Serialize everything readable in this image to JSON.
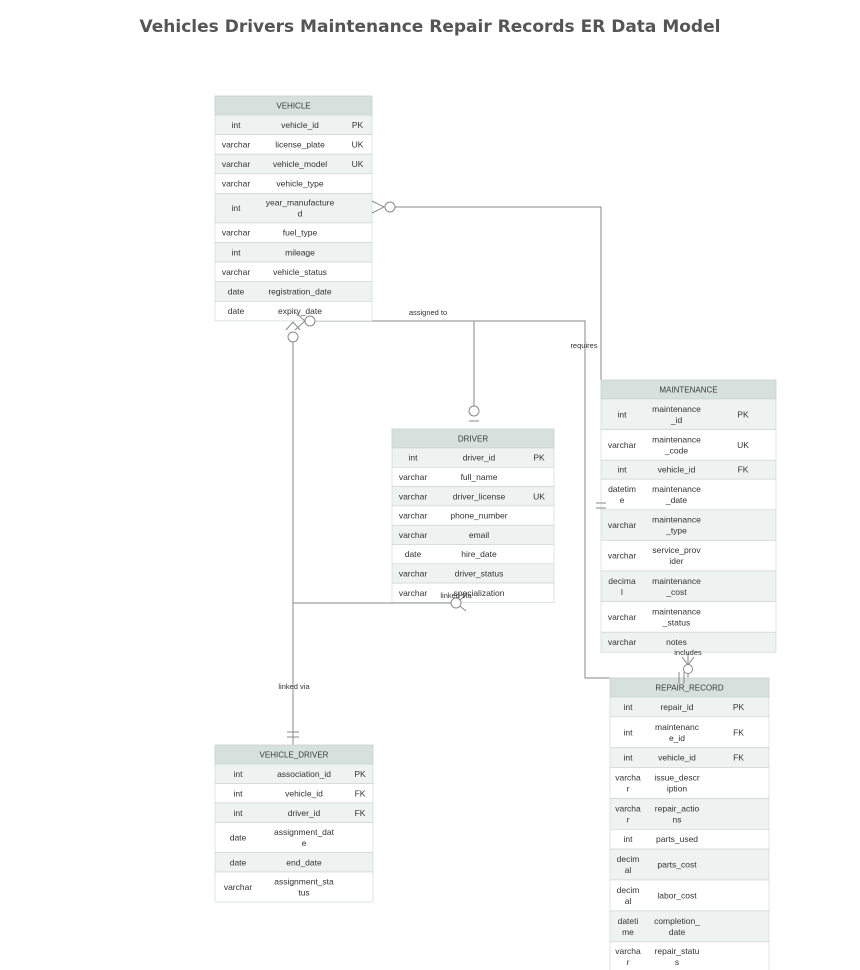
{
  "title": "Vehicles Drivers Maintenance Repair Records ER Data Model",
  "colors": {
    "header": "#d6e0dc",
    "row_alt": "#eef3f1",
    "row": "#ffffff",
    "border": "#c8d2ce",
    "line": "#8a8a8a"
  },
  "entities": [
    {
      "id": "vehicle",
      "name": "VEHICLE",
      "rows": [
        {
          "type": "int",
          "name": "vehicle_id",
          "key": "PK"
        },
        {
          "type": "varchar",
          "name": "license_plate",
          "key": "UK"
        },
        {
          "type": "varchar",
          "name": "vehicle_model",
          "key": "UK"
        },
        {
          "type": "varchar",
          "name": "vehicle_type",
          "key": ""
        },
        {
          "type": "int",
          "name": "year_manufacture|d",
          "key": ""
        },
        {
          "type": "varchar",
          "name": "fuel_type",
          "key": ""
        },
        {
          "type": "int",
          "name": "mileage",
          "key": ""
        },
        {
          "type": "varchar",
          "name": "vehicle_status",
          "key": ""
        },
        {
          "type": "date",
          "name": "registration_date",
          "key": ""
        },
        {
          "type": "date",
          "name": "expiry_date",
          "key": ""
        }
      ]
    },
    {
      "id": "driver",
      "name": "DRIVER",
      "rows": [
        {
          "type": "int",
          "name": "driver_id",
          "key": "PK"
        },
        {
          "type": "varchar",
          "name": "full_name",
          "key": ""
        },
        {
          "type": "varchar",
          "name": "driver_license",
          "key": "UK"
        },
        {
          "type": "varchar",
          "name": "phone_number",
          "key": ""
        },
        {
          "type": "varchar",
          "name": "email",
          "key": ""
        },
        {
          "type": "date",
          "name": "hire_date",
          "key": ""
        },
        {
          "type": "varchar",
          "name": "driver_status",
          "key": ""
        },
        {
          "type": "varchar",
          "name": "specialization",
          "key": ""
        }
      ]
    },
    {
      "id": "maintenance",
      "name": "MAINTENANCE",
      "rows": [
        {
          "type": "int",
          "name": "maintenance|_id",
          "key": "PK"
        },
        {
          "type": "varchar",
          "name": "maintenance|_code",
          "key": "UK"
        },
        {
          "type": "int",
          "name": "vehicle_id",
          "key": "FK"
        },
        {
          "type": "datetim|e",
          "name": "maintenance|_date",
          "key": ""
        },
        {
          "type": "varchar",
          "name": "maintenance|_type",
          "key": ""
        },
        {
          "type": "varchar",
          "name": "service_prov|ider",
          "key": ""
        },
        {
          "type": "decima|l",
          "name": "maintenance|_cost",
          "key": ""
        },
        {
          "type": "varchar",
          "name": "maintenance|_status",
          "key": ""
        },
        {
          "type": "varchar",
          "name": "notes",
          "key": ""
        }
      ]
    },
    {
      "id": "repair_record",
      "name": "REPAIR_RECORD",
      "rows": [
        {
          "type": "int",
          "name": "repair_id",
          "key": "PK"
        },
        {
          "type": "int",
          "name": "maintenanc|e_id",
          "key": "FK"
        },
        {
          "type": "int",
          "name": "vehicle_id",
          "key": "FK"
        },
        {
          "type": "varcha|r",
          "name": "issue_descr|iption",
          "key": ""
        },
        {
          "type": "varcha|r",
          "name": "repair_actio|ns",
          "key": ""
        },
        {
          "type": "int",
          "name": "parts_used",
          "key": ""
        },
        {
          "type": "decim|al",
          "name": "parts_cost",
          "key": ""
        },
        {
          "type": "decim|al",
          "name": "labor_cost",
          "key": ""
        },
        {
          "type": "dateti|me",
          "name": "completion_|date",
          "key": ""
        },
        {
          "type": "varcha|r",
          "name": "repair_statu|s",
          "key": ""
        }
      ]
    },
    {
      "id": "vehicle_driver",
      "name": "VEHICLE_DRIVER",
      "rows": [
        {
          "type": "int",
          "name": "association_id",
          "key": "PK"
        },
        {
          "type": "int",
          "name": "vehicle_id",
          "key": "FK"
        },
        {
          "type": "int",
          "name": "driver_id",
          "key": "FK"
        },
        {
          "type": "date",
          "name": "assignment_dat|e",
          "key": ""
        },
        {
          "type": "date",
          "name": "end_date",
          "key": ""
        },
        {
          "type": "varchar",
          "name": "assignment_sta|tus",
          "key": ""
        }
      ]
    }
  ],
  "relationships": [
    {
      "id": "assigned_to",
      "label": "assigned to"
    },
    {
      "id": "requires",
      "label": "requires"
    },
    {
      "id": "includes",
      "label": "includes"
    },
    {
      "id": "linked_via_1",
      "label": "linked via"
    },
    {
      "id": "linked_via_2",
      "label": "linked via"
    }
  ]
}
